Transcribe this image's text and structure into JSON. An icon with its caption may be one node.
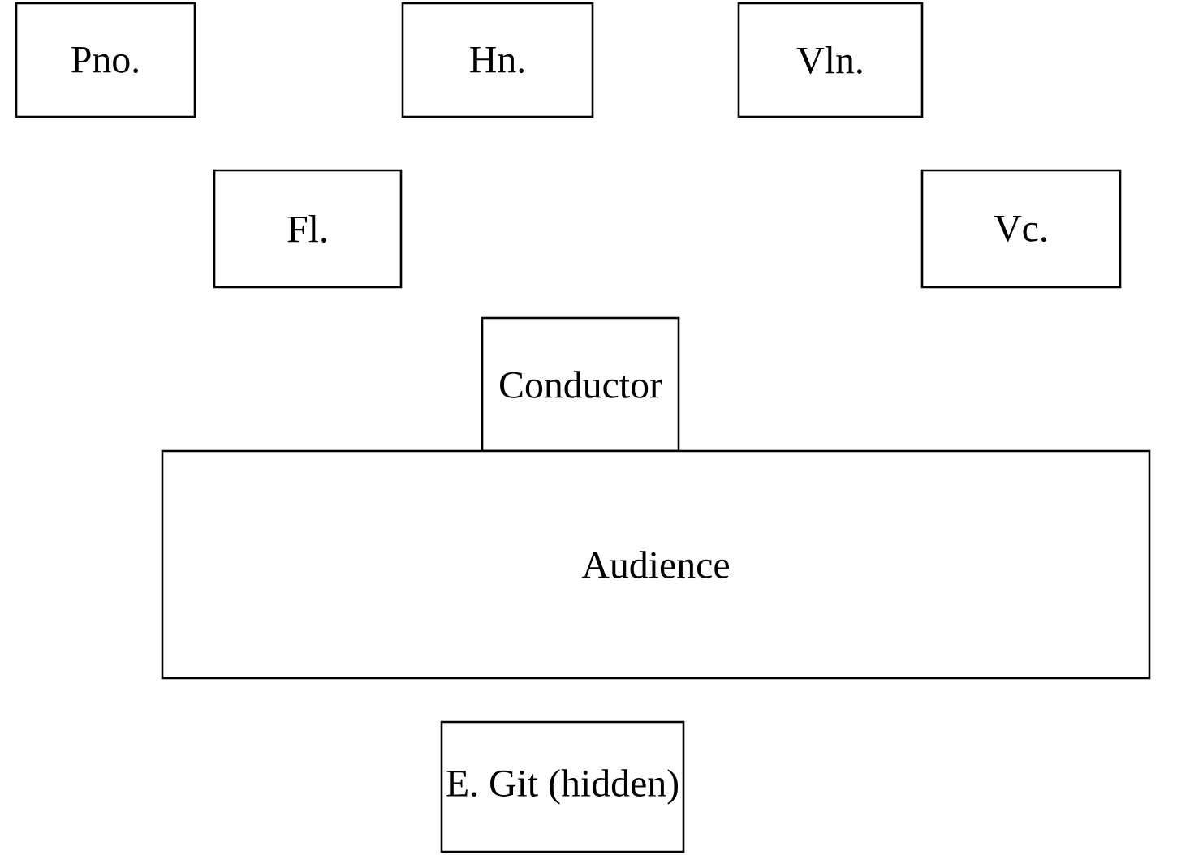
{
  "diagram": {
    "nodes": [
      {
        "text": [
          "Pno."
        ]
      },
      {
        "text": [
          "Hn."
        ]
      },
      {
        "text": [
          "Vln."
        ]
      },
      {
        "text": [
          "Fl."
        ]
      },
      {
        "text": [
          "Vc."
        ]
      },
      {
        "text": [
          "Conductor"
        ]
      },
      {
        "text": [
          "Audience"
        ]
      },
      {
        "text": [
          "E. Git (hidden)"
        ]
      }
    ]
  }
}
